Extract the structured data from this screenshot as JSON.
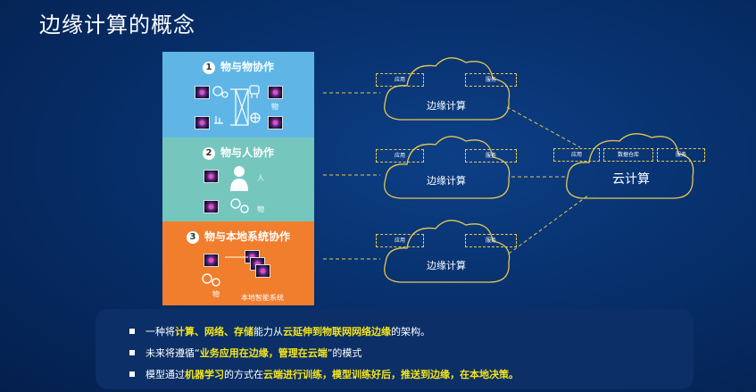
{
  "title": "边缘计算的概念",
  "panels": [
    {
      "num": "1",
      "title": "物与物协作",
      "label": "物"
    },
    {
      "num": "2",
      "title": "物与人协作",
      "label_person": "人",
      "label_thing": "物"
    },
    {
      "num": "3",
      "title": "物与本地系统协作",
      "label_thing": "物",
      "label_system": "本地智能系统"
    }
  ],
  "edge_clouds": [
    {
      "label": "边缘计算",
      "box_left": "应用",
      "box_right": "服务"
    },
    {
      "label": "边缘计算",
      "box_left": "应用",
      "box_right": "服务"
    },
    {
      "label": "边缘计算",
      "box_left": "应用",
      "box_right": "服务"
    }
  ],
  "cloud": {
    "label": "云计算",
    "boxes": [
      "应用",
      "数据仓库",
      "服务"
    ]
  },
  "bullets": [
    {
      "parts": [
        [
          "一种将",
          false
        ],
        [
          "计算、网络、存储",
          true
        ],
        [
          "能力从",
          false
        ],
        [
          "云延伸到物联网网络边缘",
          true
        ],
        [
          "的架构。",
          false
        ]
      ]
    },
    {
      "parts": [
        [
          "未来将遵循“",
          false
        ],
        [
          "业务应用在边缘，管理在云端",
          true
        ],
        [
          "”的模式",
          false
        ]
      ]
    },
    {
      "parts": [
        [
          "模型通过",
          false
        ],
        [
          "机器学习",
          true
        ],
        [
          "的方式在",
          false
        ],
        [
          "云端进行训练，模型训练好后，推送到边缘，在本地决策。",
          true
        ]
      ]
    }
  ],
  "colors": {
    "accent": "#f5e41b",
    "dash": "#e6c850",
    "panel1": "#5fb6e6",
    "panel2": "#75c6bd",
    "panel3": "#f07e2c"
  }
}
